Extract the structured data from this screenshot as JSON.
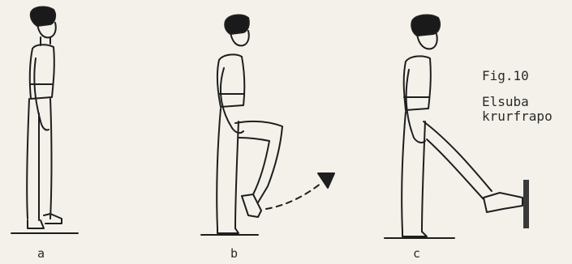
{
  "caption": {
    "figure_number": "Fig.10",
    "title_line_1": "Elsuba",
    "title_line_2": "krurfrapo"
  },
  "panels": [
    {
      "label": "a"
    },
    {
      "label": "b"
    },
    {
      "label": "c"
    }
  ],
  "colors": {
    "background": "#f3f1ea",
    "ink": "#1e1e1e",
    "hair": "#1a1a1a",
    "target_post": "#3a3a3a"
  }
}
